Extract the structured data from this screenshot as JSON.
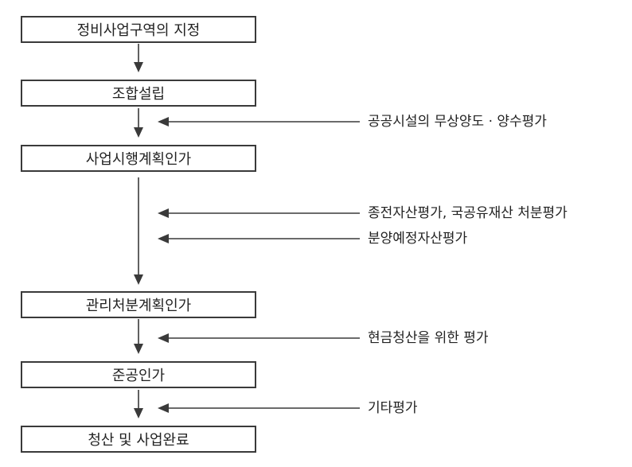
{
  "steps": [
    {
      "label": "정비사업구역의 지정"
    },
    {
      "label": "조합설립"
    },
    {
      "label": "사업시행계획인가"
    },
    {
      "label": "관리처분계획인가"
    },
    {
      "label": "준공인가"
    },
    {
      "label": "청산 및 사업완료"
    }
  ],
  "notes": [
    {
      "label": "공공시설의 무상양도 · 양수평가"
    },
    {
      "label": "종전자산평가, 국공유재산 처분평가"
    },
    {
      "label": "분양예정자산평가"
    },
    {
      "label": "현금청산을 위한 평가"
    },
    {
      "label": "기타평가"
    }
  ],
  "colors": {
    "line": "#3a3a3a",
    "text": "#222222",
    "background": "#ffffff"
  }
}
